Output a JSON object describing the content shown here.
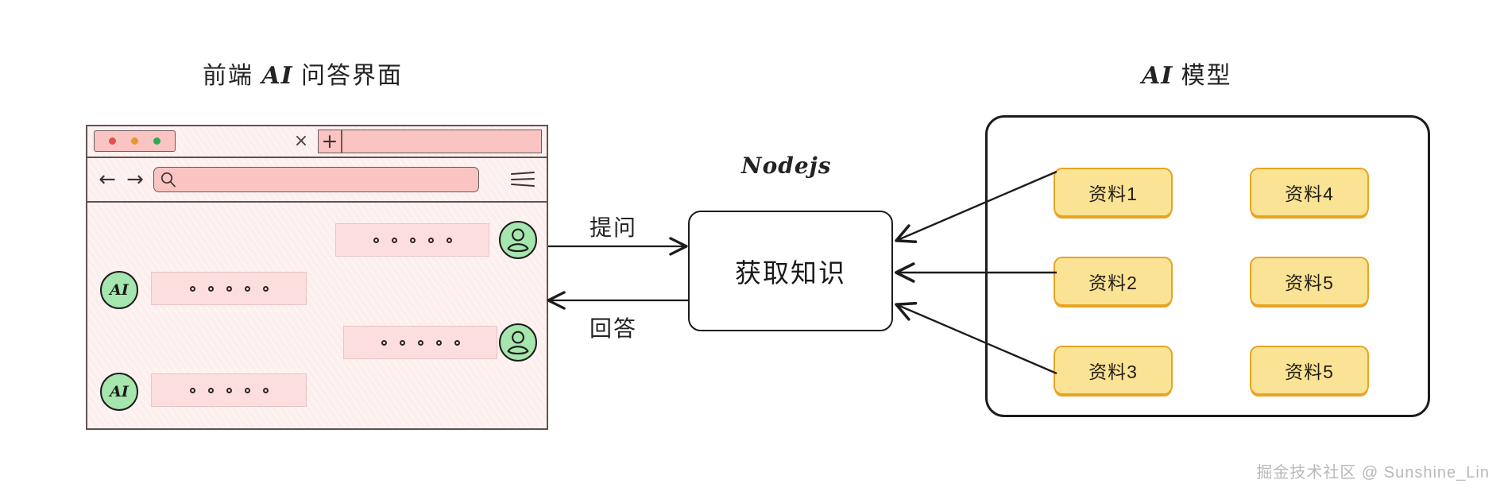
{
  "headings": {
    "frontend": {
      "prefix": "前端",
      "latin": "AI",
      "suffix": "问答界面"
    },
    "model": {
      "latin": "AI",
      "suffix": "模型"
    }
  },
  "browser": {
    "titlebar": {
      "traffic_lights": [
        "red",
        "yellow",
        "green"
      ],
      "close_icon": "×",
      "new_tab_icon": "+",
      "tab_label": ""
    },
    "toolbar": {
      "back_icon": "←",
      "forward_icon": "→",
      "address_value": "",
      "address_placeholder": "",
      "menu_icon": "hamburger-menu-icon"
    },
    "chat": {
      "messages": [
        {
          "role": "user",
          "avatar": "person-icon",
          "placeholder_dots": 5
        },
        {
          "role": "ai",
          "avatar_label": "AI",
          "placeholder_dots": 5
        },
        {
          "role": "user",
          "avatar": "person-icon",
          "placeholder_dots": 5
        },
        {
          "role": "ai",
          "avatar_label": "AI",
          "placeholder_dots": 5
        }
      ]
    }
  },
  "nodejs": {
    "title": "Nodejs",
    "box_label": "获取知识"
  },
  "flow_labels": {
    "ask": "提问",
    "answer": "回答"
  },
  "ai_model": {
    "cards": [
      {
        "label": "资料1"
      },
      {
        "label": "资料2"
      },
      {
        "label": "资料3"
      },
      {
        "label": "资料4"
      },
      {
        "label": "资料5"
      },
      {
        "label": "资料5"
      }
    ]
  },
  "watermark": "掘金技术社区 @ Sunshine_Lin",
  "colors": {
    "ink": "#1e1b1b",
    "browser_pink": "#f9c4c2",
    "chat_bg": "#fcefee",
    "bubble": "#fbdedd",
    "avatar_green": "#a4e6ad",
    "card_fill": "#fae395",
    "card_border": "#e8a322",
    "watermark": "#b9b9b9"
  }
}
